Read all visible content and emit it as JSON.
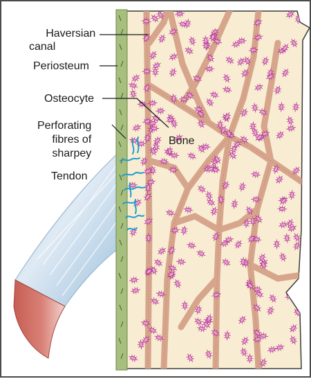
{
  "labels": {
    "haversian_canal_line1": "Haversian",
    "haversian_canal_line2": "canal",
    "periosteum": "Periosteum",
    "osteocyte": "Osteocyte",
    "perforating_line1": "Perforating",
    "perforating_line2": "fibres of",
    "perforating_line3": "sharpey",
    "tendon": "Tendon",
    "bone": "Bone"
  },
  "colors": {
    "bone_matrix": "#f8ecd2",
    "periosteum": "#a7bf7e",
    "periosteum_edge": "#6e8a47",
    "haversian_canal": "#d6a58c",
    "osteocyte_fill": "#e8a2d2",
    "osteocyte_stroke": "#b0318f",
    "sharpey_fibres": "#1b9fd2",
    "tendon": "#bfd8ea",
    "muscle": "#c65d54",
    "outline": "#3a3a3a"
  }
}
